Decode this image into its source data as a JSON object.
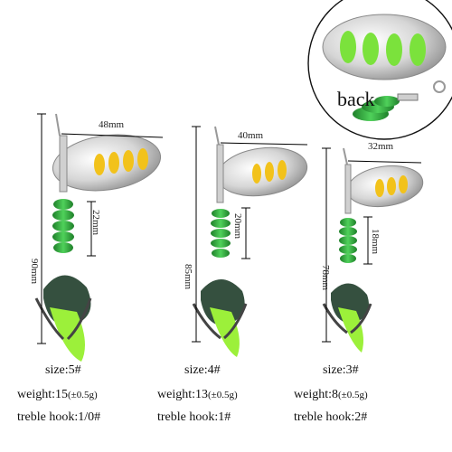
{
  "inset": {
    "label": "back"
  },
  "lures": [
    {
      "width": "48mm",
      "beads": "22mm",
      "length": "90mm",
      "size": "size:5#",
      "weight": "weight:15",
      "tolerance": "(±0.5g)",
      "hook": "treble hook:1/0#"
    },
    {
      "width": "40mm",
      "beads": "20mm",
      "length": "85mm",
      "size": "size:4#",
      "weight": "weight:13",
      "tolerance": "(±0.5g)",
      "hook": "treble hook:1#"
    },
    {
      "width": "32mm",
      "beads": "18mm",
      "length": "78mm",
      "size": "size:3#",
      "weight": "weight:8",
      "tolerance": "(±0.5g)",
      "hook": "treble hook:2#"
    }
  ],
  "colors": {
    "blade": "#d9d9d9",
    "dots": "#f2c21b",
    "green": "#2fa33a",
    "feather": "#9cf03a",
    "dark_feather": "#1f3d2a"
  }
}
